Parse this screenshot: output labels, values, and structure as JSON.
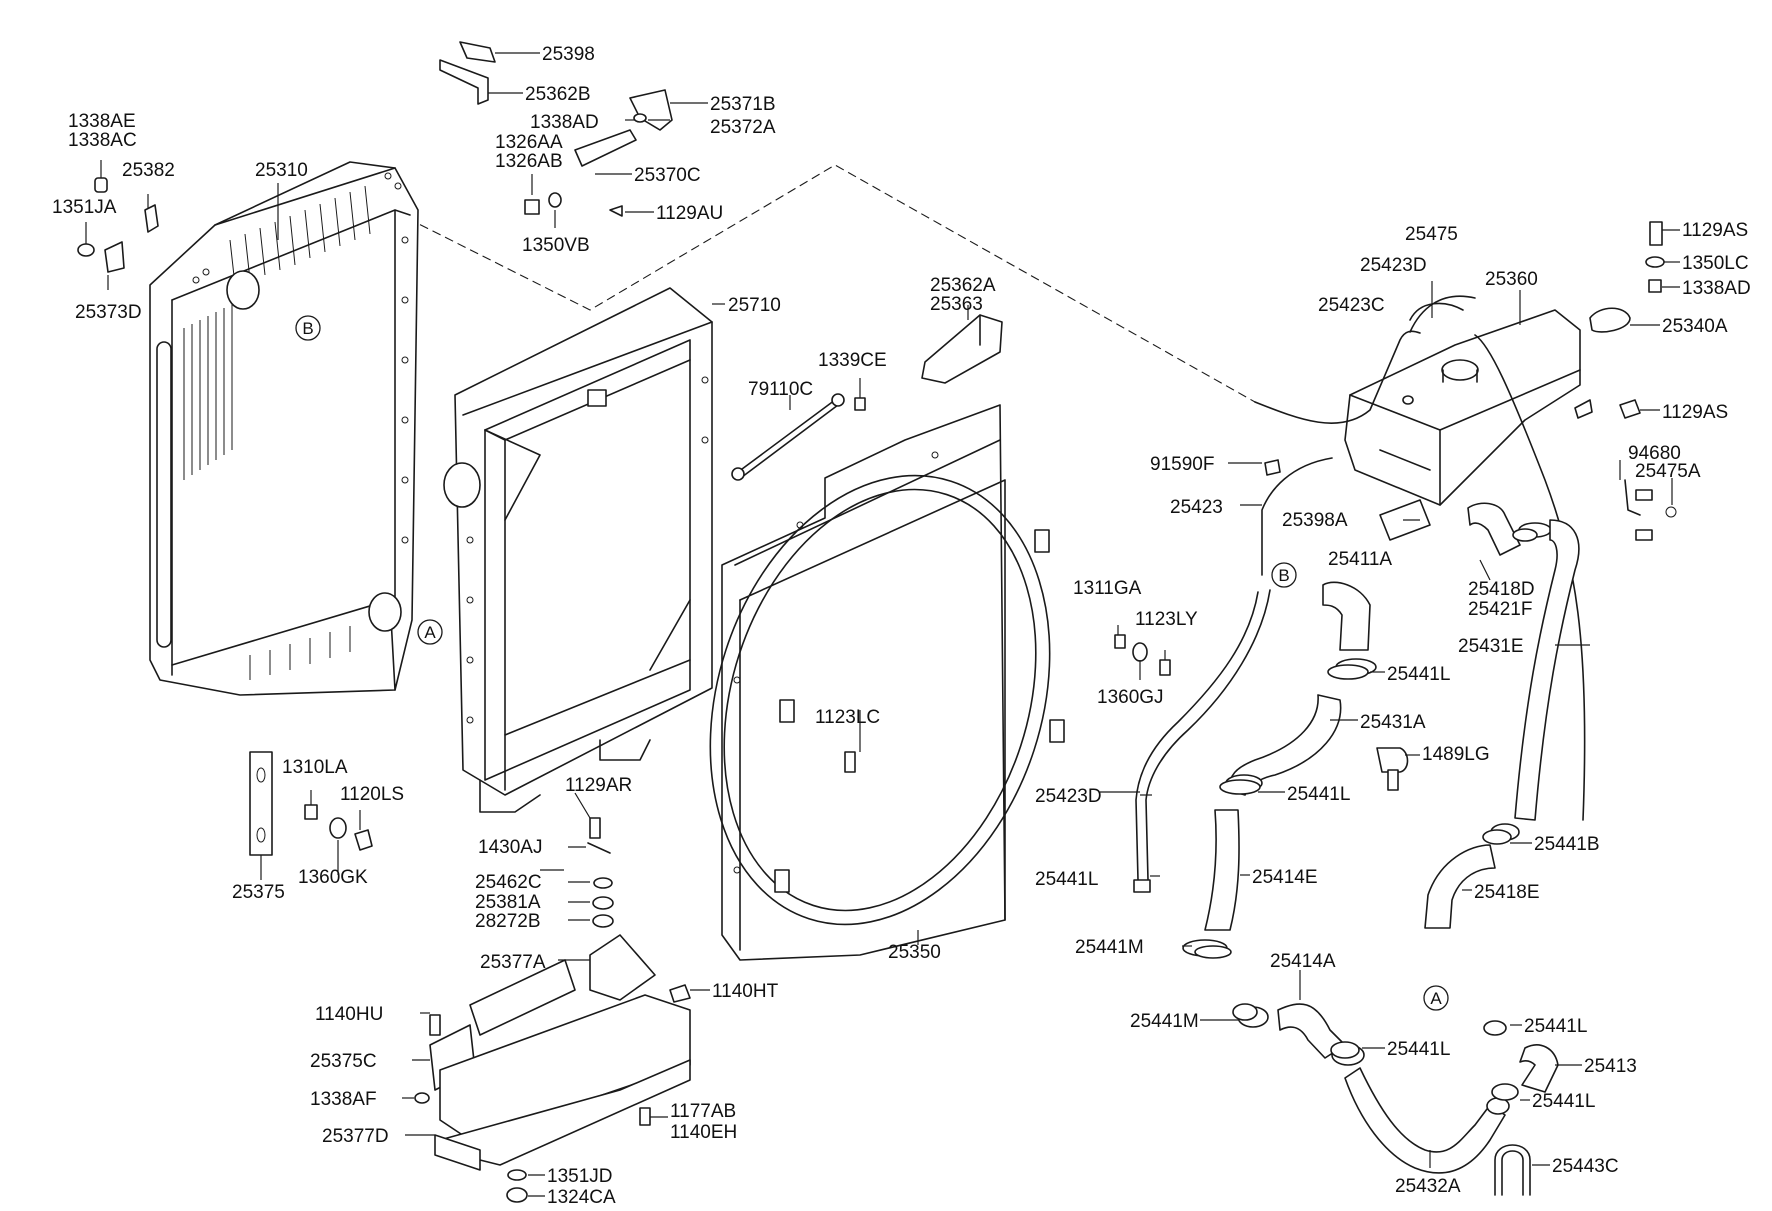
{
  "labels": {
    "p25398": "25398",
    "p25362B": "25362B",
    "p25371B": "25371B",
    "p25372A": "25372A",
    "p1338AD_top": "1338AD",
    "p1326AA": "1326AA",
    "p1326AB": "1326AB",
    "p25370C": "25370C",
    "p1129AU": "1129AU",
    "p1350VB": "1350VB",
    "p1338AE": "1338AE",
    "p1338AC": "1338AC",
    "p25382": "25382",
    "p1351JA": "1351JA",
    "p25373D": "25373D",
    "p25310": "25310",
    "p25710": "25710",
    "p25362A": "25362A",
    "p25363": "25363",
    "p1339CE": "1339CE",
    "p79110C": "79110C",
    "p1129AS_a": "1129AS",
    "p1350LC": "1350LC",
    "p1338AD_r": "1338AD",
    "p25475": "25475",
    "p25423D_top": "25423D",
    "p25360": "25360",
    "p25423C": "25423C",
    "p25340A": "25340A",
    "p1129AS_b": "1129AS",
    "p91590F": "91590F",
    "p25423": "25423",
    "p94680": "94680",
    "p25475A": "25475A",
    "p25398A": "25398A",
    "p25411A": "25411A",
    "p25418D": "25418D",
    "p25421F": "25421F",
    "p1311GA": "1311GA",
    "p1123LY": "1123LY",
    "p1360GJ": "1360GJ",
    "p25441L_1": "25441L",
    "p25431E": "25431E",
    "p25431A": "25431A",
    "p1123LC": "1123LC",
    "p1489LG": "1489LG",
    "p1310LA": "1310LA",
    "p1120LS": "1120LS",
    "p1129AR": "1129AR",
    "p25423D": "25423D",
    "p25441L_2": "25441L",
    "p1430AJ": "1430AJ",
    "p1360GK": "1360GK",
    "p25375": "25375",
    "p25441B": "25441B",
    "p25462C": "25462C",
    "p25381A": "25381A",
    "p28272B": "28272B",
    "p25441L_3": "25441L",
    "p25414E": "25414E",
    "p25418E": "25418E",
    "p25441M_1": "25441M",
    "p25350": "25350",
    "p25377A": "25377A",
    "p25414A": "25414A",
    "p1140HT": "1140HT",
    "p1140HU": "1140HU",
    "p25441M_2": "25441M",
    "p25441L_4": "25441L",
    "p25441L_5": "25441L",
    "p25375C": "25375C",
    "p25413": "25413",
    "p1338AF": "1338AF",
    "p25441L_6": "25441L",
    "p1177AB": "1177AB",
    "p1140EH": "1140EH",
    "p25377D": "25377D",
    "p1351JD": "1351JD",
    "p1324CA": "1324CA",
    "p25432A": "25432A",
    "p25443C": "25443C"
  },
  "markers": {
    "a1": "A",
    "a2": "A",
    "b1": "B",
    "b2": "B"
  }
}
